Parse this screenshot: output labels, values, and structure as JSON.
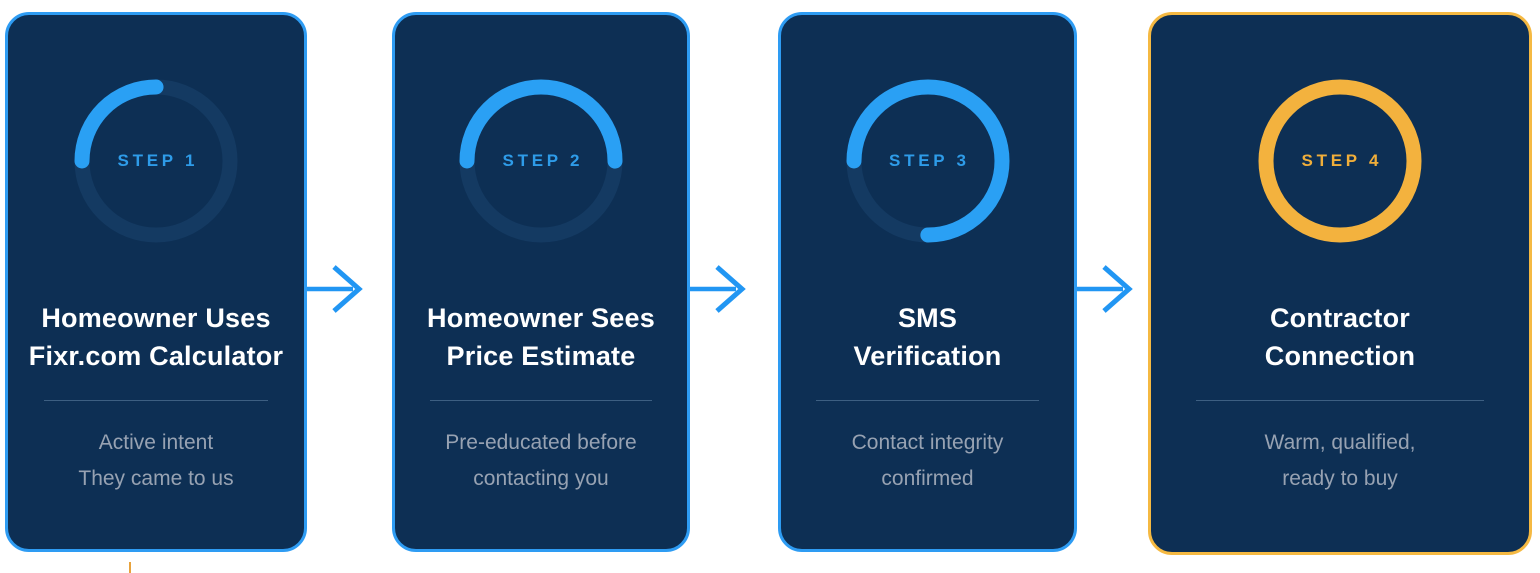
{
  "theme": {
    "page_bg": "#ffffff",
    "card_bg": "#0d2f54",
    "blue_border": "#2e9cf3",
    "amber_border": "#f5b942",
    "blue_ring": "#2aa0f4",
    "amber_ring": "#f3b23e",
    "ring_track": "#143a62",
    "blue_text": "#2e9ce9",
    "amber_text": "#f0ae3a",
    "title_color": "#ffffff",
    "subtitle_color": "#97a2b2",
    "divider_color": "#3d5f82",
    "arrow_color": "#2196f3",
    "tick_color": "#e8a33d"
  },
  "steps": [
    {
      "label": "STEP 1",
      "accent": "blue",
      "progress_percent": 25,
      "title_lines": [
        "Homeowner Uses",
        "Fixr.com Calculator"
      ],
      "subtitle_lines": [
        "Active intent",
        "They came to us"
      ]
    },
    {
      "label": "STEP 2",
      "accent": "blue",
      "progress_percent": 50,
      "title_lines": [
        "Homeowner Sees",
        "Price Estimate"
      ],
      "subtitle_lines": [
        "Pre-educated before",
        "contacting you"
      ]
    },
    {
      "label": "STEP 3",
      "accent": "blue",
      "progress_percent": 75,
      "title_lines": [
        "SMS",
        "Verification"
      ],
      "subtitle_lines": [
        "Contact integrity",
        "confirmed"
      ]
    },
    {
      "label": "STEP 4",
      "accent": "amber",
      "progress_percent": 100,
      "title_lines": [
        "Contractor",
        "Connection"
      ],
      "subtitle_lines": [
        "Warm, qualified,",
        "ready to buy"
      ]
    }
  ]
}
